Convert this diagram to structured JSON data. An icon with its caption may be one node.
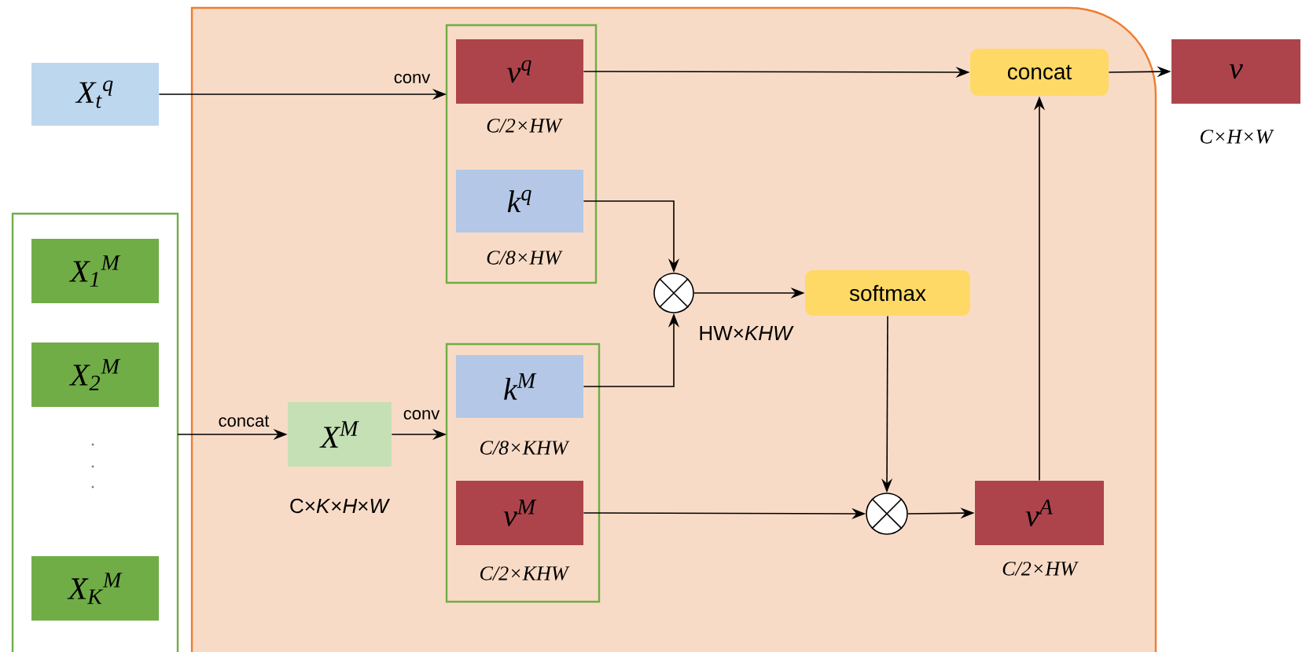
{
  "diagram": {
    "nodes": [
      {
        "text": [],
        "shape": "box"
      },
      {
        "text": [
          "X$_{t}$$^{q}$"
        ]
      },
      {
        "text": [],
        "shape": "box",
        "in": 0
      },
      {
        "text": [
          "v$^{q}$"
        ],
        "beside": [
          "C/2×HW"
        ],
        "in": 2
      },
      {
        "text": [
          "k$^{q}$"
        ],
        "beside": [
          "C/8×HW"
        ],
        "in": 2
      },
      {
        "text": [],
        "shape": "box"
      },
      {
        "text": [
          "X$_{1}$$^{M}$"
        ],
        "in": 5
      },
      {
        "text": [
          "X$_{2}$$^{M}$"
        ],
        "in": 5
      },
      {
        "text": [
          "X$_{K}$$^{M}$"
        ],
        "in": 5
      },
      {
        "text": [
          "X$^{M}$"
        ],
        "beside": [
          "C×*K*×*H*×*W*"
        ],
        "in": 0
      },
      {
        "text": [],
        "shape": "box",
        "in": 0
      },
      {
        "text": [
          "k$^{M}$"
        ],
        "beside": [
          "C/8×KHW"
        ],
        "in": 10
      },
      {
        "text": [
          "v$^{M}$"
        ],
        "beside": [
          "C/2×KHW"
        ],
        "in": 10
      },
      {
        "text": [],
        "shape": "circle",
        "beside": [
          "HW×*KHW*"
        ],
        "in": 0
      },
      {
        "text": [
          "softmax"
        ],
        "in": 0
      },
      {
        "text": [],
        "shape": "circle",
        "in": 0
      },
      {
        "text": [
          "v$^{A}$"
        ],
        "beside": [
          "C/2×HW"
        ],
        "in": 0
      },
      {
        "text": [
          "concat"
        ],
        "in": 0
      },
      {
        "text": [
          "v"
        ],
        "beside": [
          "C×H×W"
        ]
      }
    ],
    "edges": [
      {
        "from": 1,
        "to": 2,
        "arrow": "to",
        "label": "conv"
      },
      {
        "from": 5,
        "to": 9,
        "arrow": "to",
        "label": "concat"
      },
      {
        "from": 9,
        "to": 10,
        "arrow": "to",
        "label": "conv"
      },
      {
        "from": 3,
        "to": 17,
        "arrow": "to"
      },
      {
        "from": 4,
        "to": 13,
        "arrow": "to"
      },
      {
        "from": 11,
        "to": 13,
        "arrow": "to"
      },
      {
        "from": 13,
        "to": 14,
        "arrow": "to"
      },
      {
        "from": 14,
        "to": 15,
        "arrow": "to"
      },
      {
        "from": 12,
        "to": 15,
        "arrow": "to"
      },
      {
        "from": 15,
        "to": 16,
        "arrow": "to"
      },
      {
        "from": 16,
        "to": 17,
        "arrow": "to"
      },
      {
        "from": 17,
        "to": 18,
        "arrow": "to"
      }
    ]
  }
}
